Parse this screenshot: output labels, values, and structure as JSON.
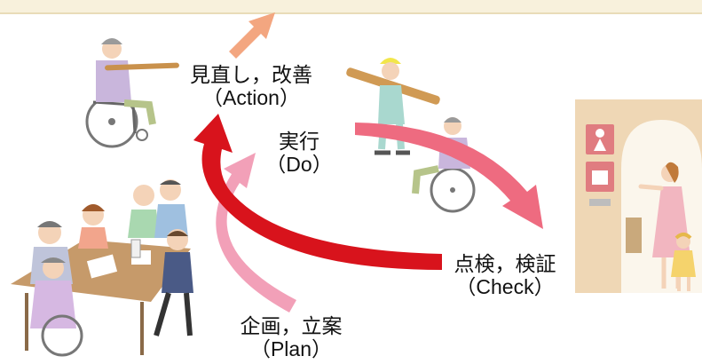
{
  "pdca": {
    "action": {
      "line1": "見直し，改善",
      "line2": "（Action）"
    },
    "do": {
      "line1": "実行",
      "line2": "（Do）"
    },
    "check": {
      "line1": "点検，検証",
      "line2": "（Check）"
    },
    "plan": {
      "line1": "企画，立案",
      "line2": "（Plan）"
    }
  },
  "colors": {
    "big_arrow": "#d8131c",
    "do_arrow": "#f2a0b8",
    "check_arrow": "#ee6b80",
    "top_arrow": "#f3a680",
    "header_band": "#f8f1dc"
  }
}
